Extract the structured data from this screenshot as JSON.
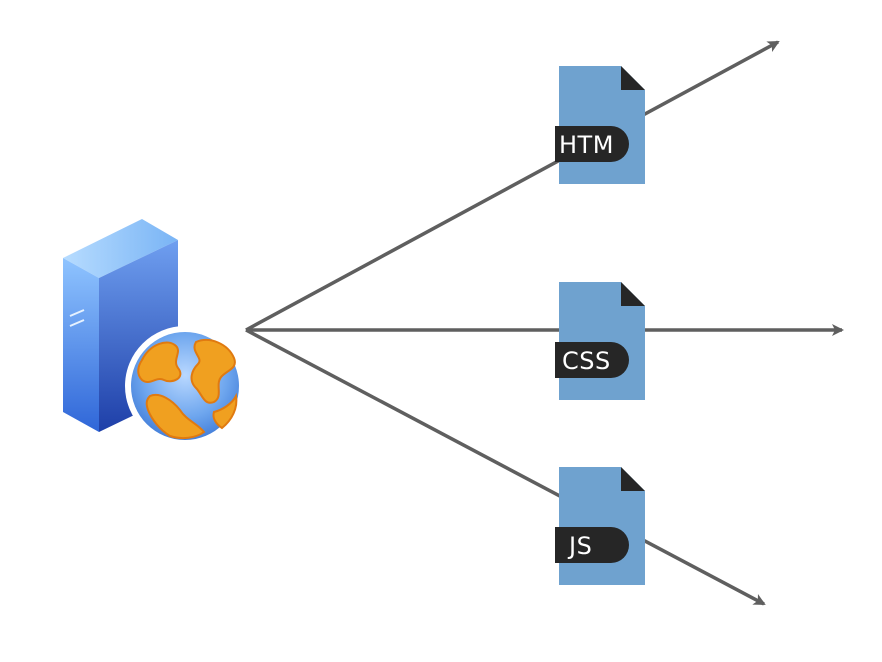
{
  "diagram": {
    "server": {
      "icon": "web-server-globe-icon"
    },
    "files": [
      {
        "label": "HTM",
        "icon": "html-file-icon"
      },
      {
        "label": "CSS",
        "icon": "css-file-icon"
      },
      {
        "label": "JS",
        "icon": "js-file-icon"
      }
    ],
    "colors": {
      "arrow": "#5f5f5f",
      "file": "#6fa2cf",
      "file_badge": "#262626",
      "server_light": "#8ec6ff",
      "server_dark": "#2b62d6",
      "globe_ocean": "#5b9bea",
      "globe_land": "#f0a020"
    }
  }
}
